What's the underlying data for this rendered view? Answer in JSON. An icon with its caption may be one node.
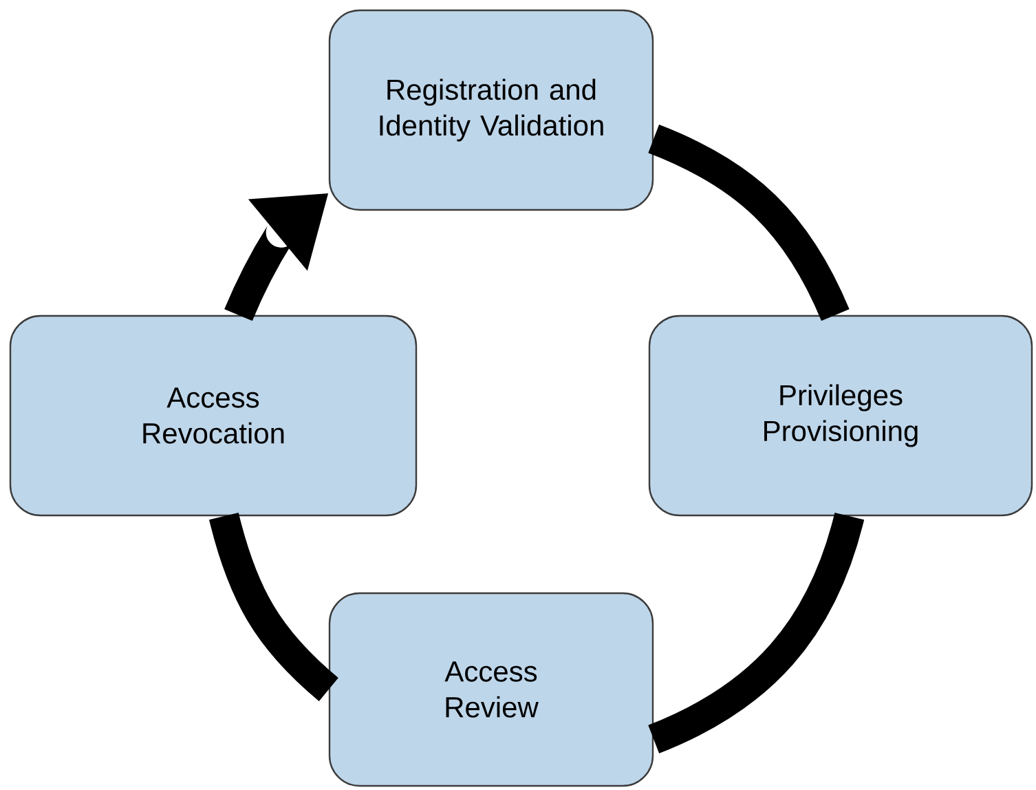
{
  "diagram": {
    "nodes": [
      {
        "text": [
          "Registration and Identity Validation"
        ]
      },
      {
        "text": [
          "Privileges Provisioning"
        ]
      },
      {
        "text": [
          "Access Review"
        ]
      },
      {
        "text": [
          "Access Revocation"
        ]
      }
    ],
    "edges": [
      {
        "from": 0,
        "to": 1,
        "arrow": "none"
      },
      {
        "from": 1,
        "to": 2,
        "arrow": "none"
      },
      {
        "from": 2,
        "to": 3,
        "arrow": "none"
      },
      {
        "from": 3,
        "to": 0,
        "arrow": "to"
      }
    ]
  }
}
